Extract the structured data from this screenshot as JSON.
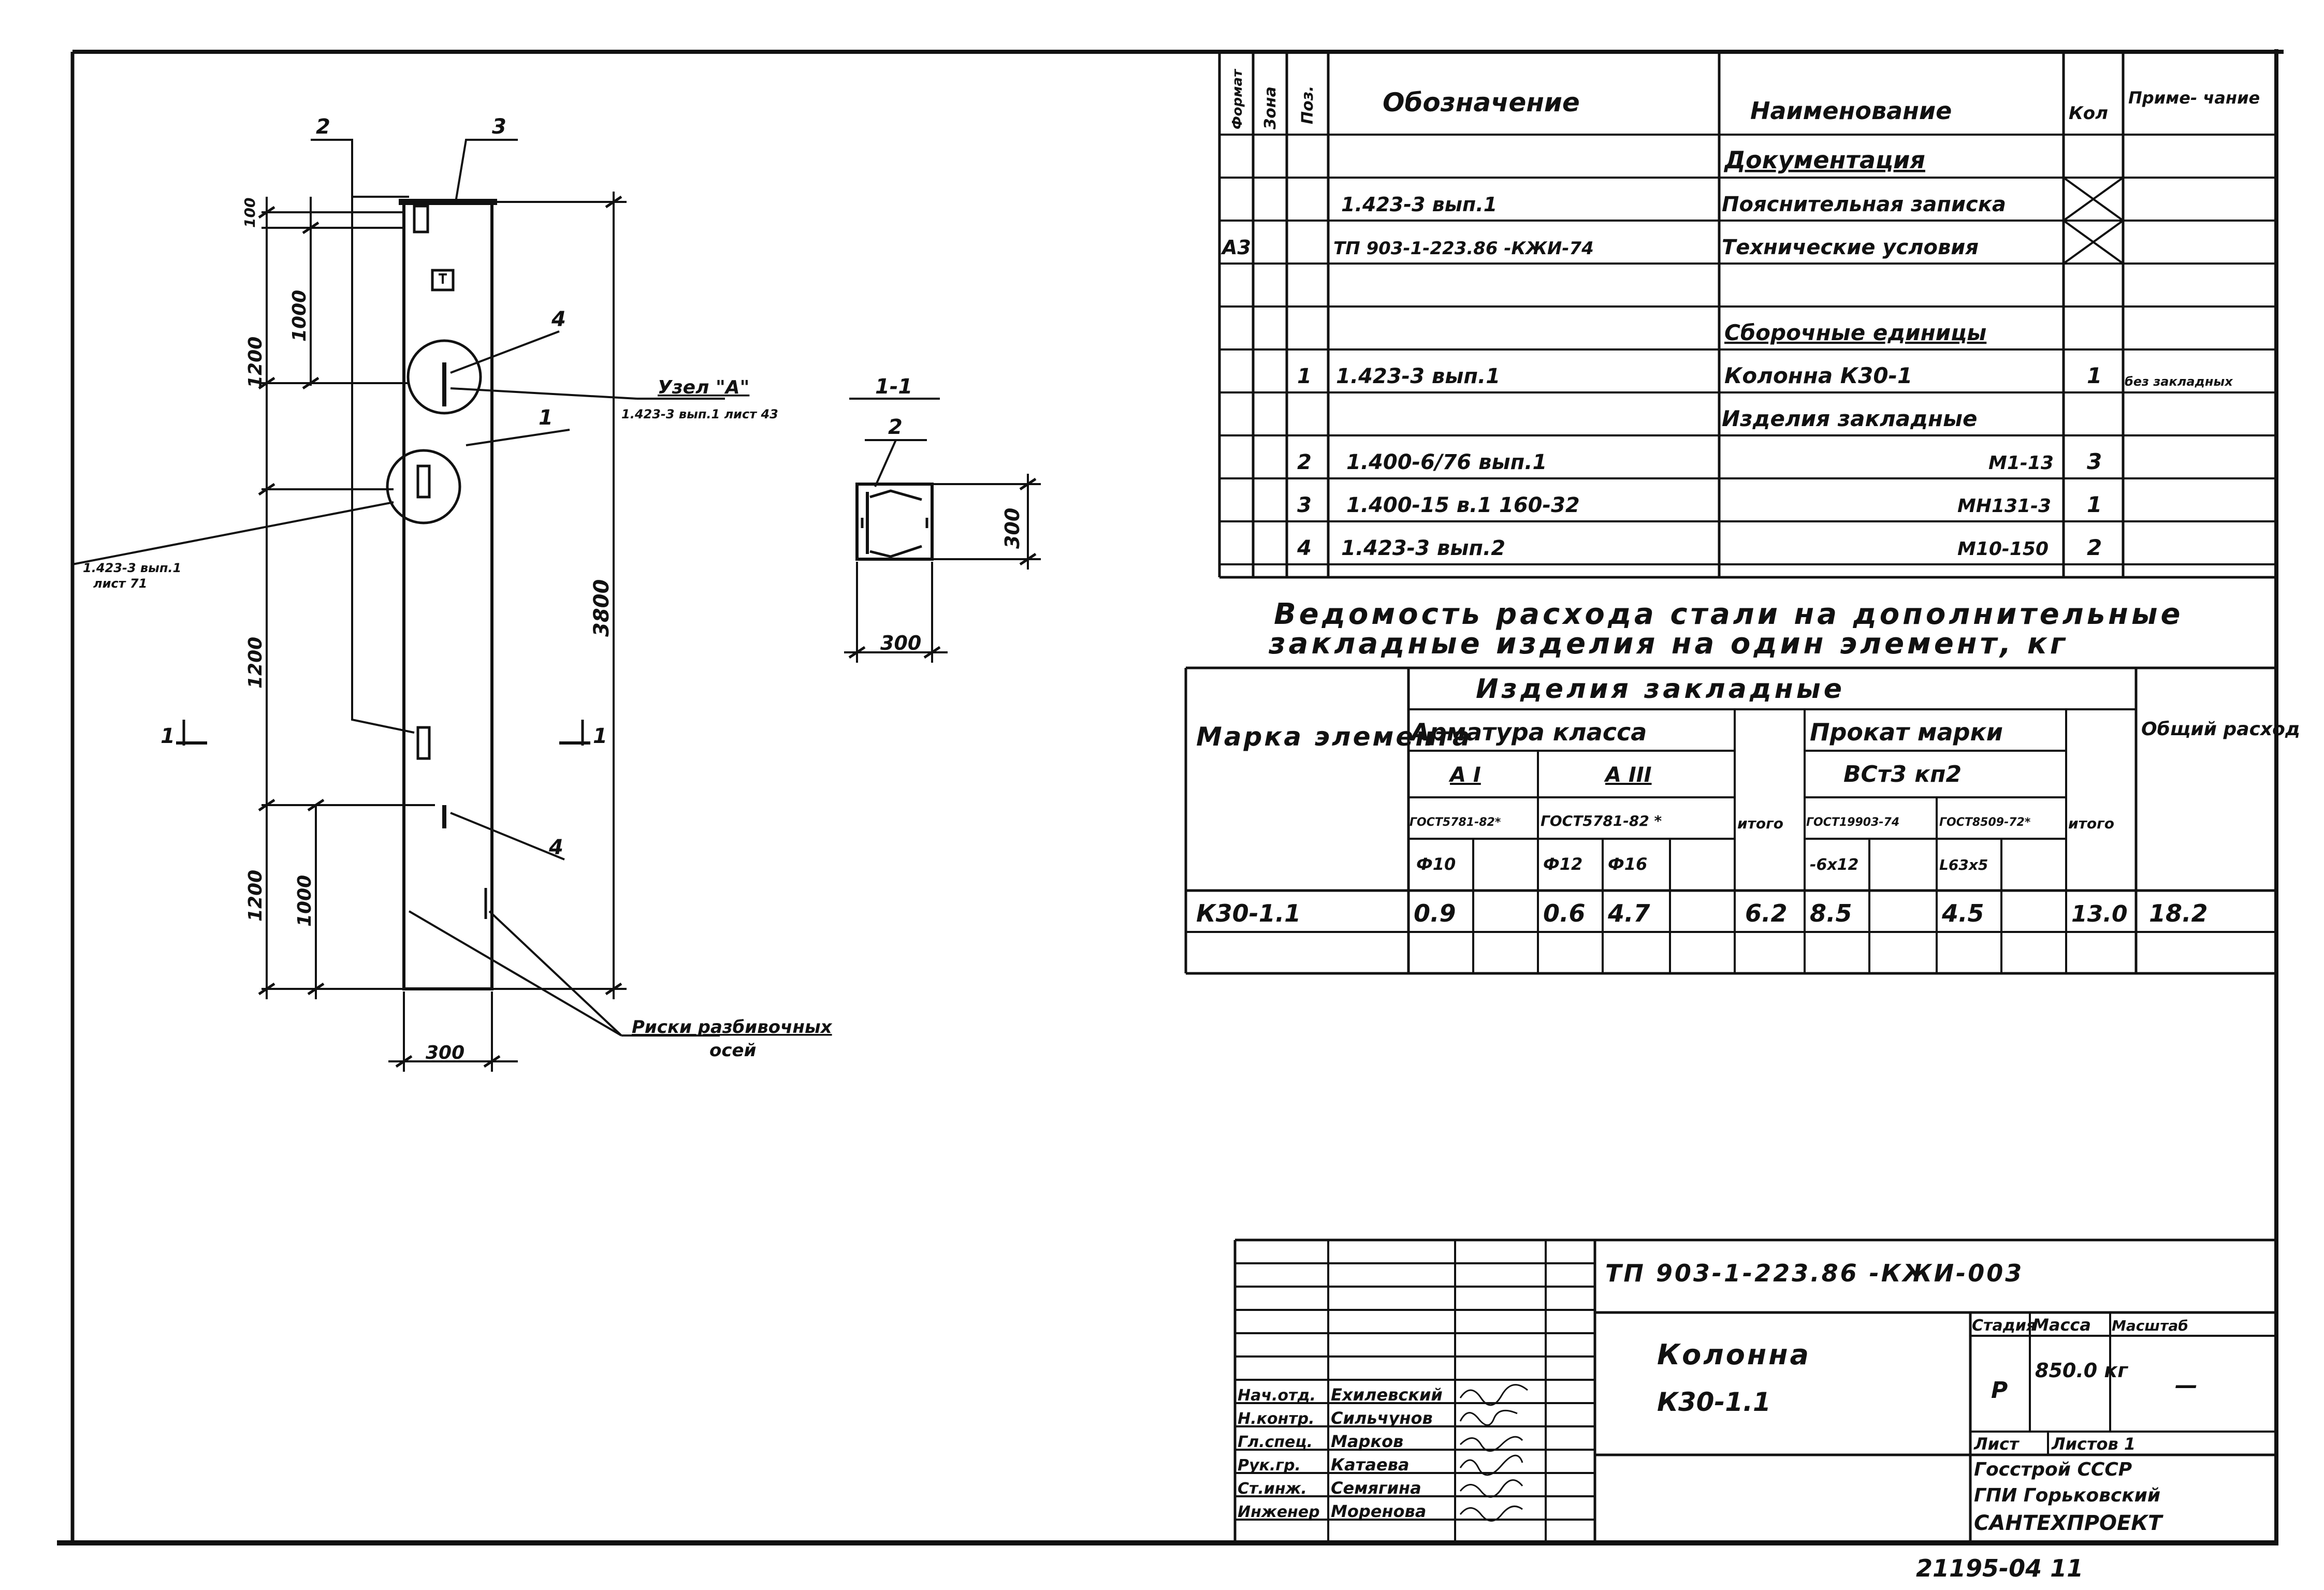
{
  "colors": {
    "ink": "#111111",
    "paper": "#ffffff"
  },
  "drawing": {
    "labels": {
      "pos2": "2",
      "pos3": "3",
      "pos4_top": "4",
      "pos1": "1",
      "pos4_bottom": "4",
      "section_cut_left": "1",
      "section_cut_right": "1"
    },
    "dims": {
      "d100": "100",
      "d1000_top": "1000",
      "d1200_top": "1200",
      "d3800": "3800",
      "d1200_mid": "1200",
      "d1200_bot": "1200",
      "d1000_bot": "1000",
      "d300_bottom": "300"
    },
    "node_a": {
      "title": "Узел \"А\"",
      "ref": "1.423-3 вып.1 лист 43"
    },
    "left_ref": {
      "line1": "1.423-3 вып.1",
      "line2": "лист 71"
    },
    "marks_note": {
      "line1": "Риски разбивочных",
      "line2": "осей"
    }
  },
  "section": {
    "title": "1-1",
    "pos": "2",
    "dim_w": "300",
    "dim_h": "300"
  },
  "spec_table": {
    "headers": {
      "format": "Формат",
      "zone": "Зона",
      "pos": "Поз.",
      "designation": "Обозначение",
      "name": "Наименование",
      "qty": "Кол",
      "note": "Приме- чание"
    },
    "rows": [
      {
        "format": "",
        "pos": "",
        "designation": "",
        "name": "Документация",
        "qty": "",
        "note": ""
      },
      {
        "format": "",
        "pos": "",
        "designation": "1.423-3 вып.1",
        "name": "Пояснительная записка",
        "qty": "",
        "note": ""
      },
      {
        "format": "А3",
        "pos": "",
        "designation": "ТП 903-1-223.86 -КЖИ-74",
        "name": "Технические условия",
        "qty": "",
        "note": ""
      },
      {
        "format": "",
        "pos": "",
        "designation": "",
        "name": "",
        "qty": "",
        "note": ""
      },
      {
        "format": "",
        "pos": "",
        "designation": "",
        "name": "Сборочные единицы",
        "qty": "",
        "note": ""
      },
      {
        "format": "",
        "pos": "1",
        "designation": "1.423-3 вып.1",
        "name": "Колонна К30-1",
        "qty": "1",
        "note": "без закладных"
      },
      {
        "format": "",
        "pos": "",
        "designation": "",
        "name": "Изделия закладные",
        "qty": "",
        "note": ""
      },
      {
        "format": "",
        "pos": "2",
        "designation": "1.400-6/76 вып.1",
        "name": "М1-13",
        "qty": "3",
        "note": ""
      },
      {
        "format": "",
        "pos": "3",
        "designation": "1.400-15 в.1 160-32",
        "name": "МН131-3",
        "qty": "1",
        "note": ""
      },
      {
        "format": "",
        "pos": "4",
        "designation": "1.423-3 вып.2",
        "name": "М10-150",
        "qty": "2",
        "note": ""
      }
    ]
  },
  "steel_table": {
    "title_line1": "Ведомость расхода стали на дополнительные",
    "title_line2": "закладные изделия на один элемент, кг",
    "h_products": "Изделия закладные",
    "h_mark": "Марка элемента",
    "h_rebar": "Арматура класса",
    "h_rolled": "Прокат марки",
    "h_total": "Общий расход",
    "h_aI": "А I",
    "h_aIII": "А III",
    "h_itogo": "итого",
    "h_itogo2": "итого",
    "h_vst": "ВСт3 кп2",
    "h_gost1": "ГОСТ5781-82*",
    "h_gost2": "ГОСТ5781-82 *",
    "h_gost3": "ГОСТ19903-74",
    "h_gost4": "ГОСТ8509-72*",
    "h_d10": "Ф10",
    "h_d12": "Ф12",
    "h_d16": "Ф16",
    "h_s1": "-6х12",
    "h_s2": "L63х5",
    "row": {
      "mark": "К30-1.1",
      "d10": "0.9",
      "d12": "0.6",
      "d16": "4.7",
      "itogo": "6.2",
      "s1": "8.5",
      "s2": "4.5",
      "itogo2": "13.0",
      "total": "18.2"
    }
  },
  "title_block": {
    "code": "ТП 903-1-223.86 -КЖИ-003",
    "name_line1": "Колонна",
    "name_line2": "К30-1.1",
    "h_stage": "Стадия",
    "h_mass": "Масса",
    "h_scale": "Масштаб",
    "stage": "Р",
    "mass": "850.0 кг",
    "scale": "—",
    "sheet": "Лист",
    "sheets": "Листов 1",
    "org_line1": "Госстрой СССР",
    "org_line2": "ГПИ Горьковский",
    "org_line3": "САНТЕХПРОЕКТ",
    "roles": [
      {
        "role": "Нач.отд.",
        "name": "Ехилевский"
      },
      {
        "role": "Н.контр.",
        "name": "Сильчунов"
      },
      {
        "role": "Гл.спец.",
        "name": "Марков"
      },
      {
        "role": "Рук.гр.",
        "name": "Катаева"
      },
      {
        "role": "Ст.инж.",
        "name": "Семягина"
      },
      {
        "role": "Инженер",
        "name": "Моренова"
      }
    ]
  },
  "footer": {
    "inventory": "21195-04 11"
  }
}
